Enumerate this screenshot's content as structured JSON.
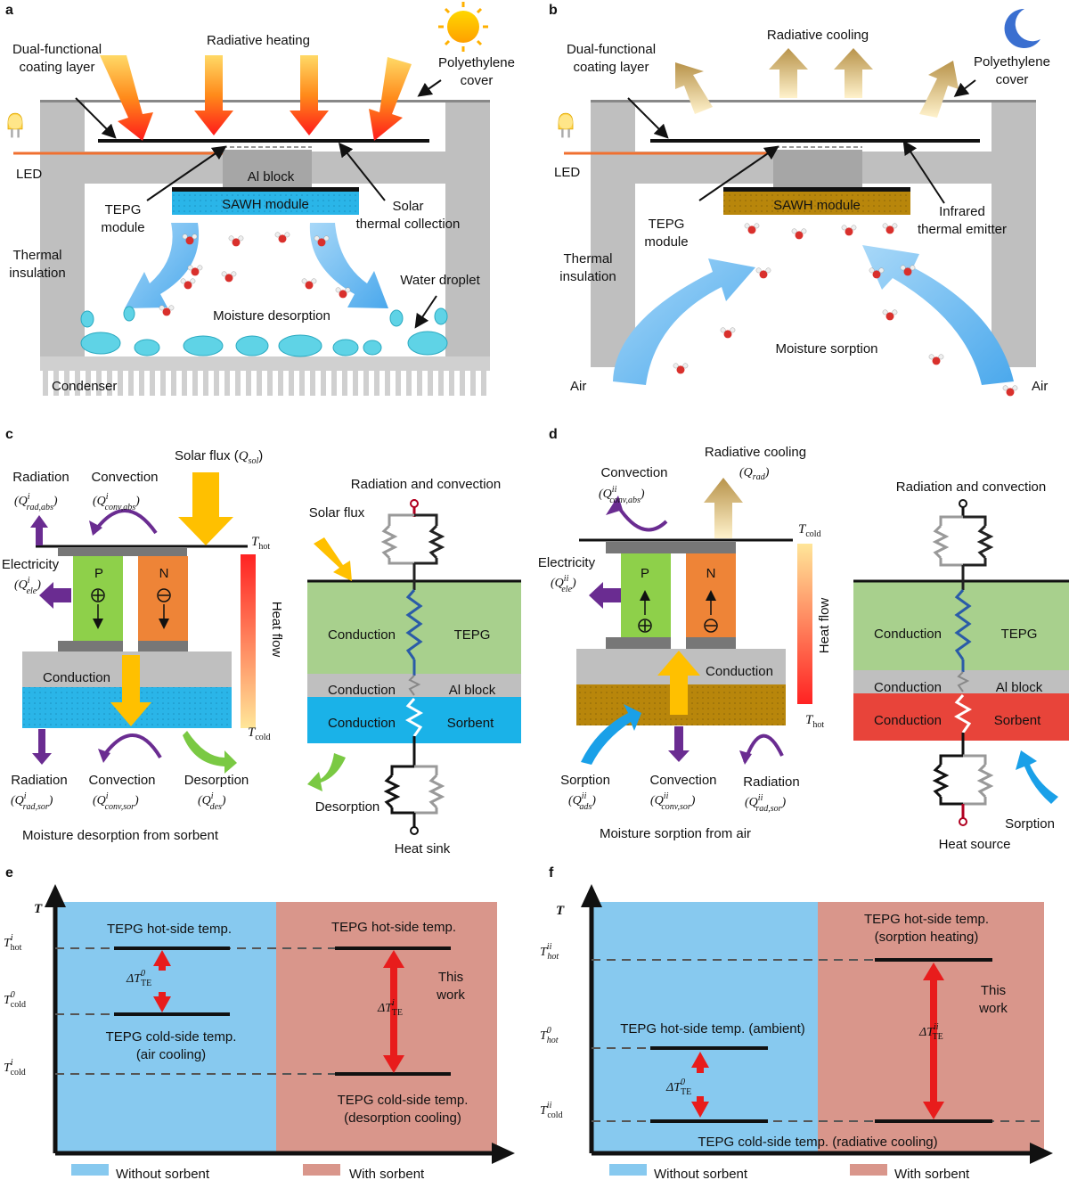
{
  "panel_a": {
    "letter": "a",
    "radiative_heating": "Radiative heating",
    "dual_coating": [
      "Dual-functional",
      "coating layer"
    ],
    "polyethylene": [
      "Polyethylene",
      "cover"
    ],
    "led": "LED",
    "al_block": "Al block",
    "sawh": "SAWH module",
    "tepg": [
      "TEPG",
      "module"
    ],
    "solar_thermal": [
      "Solar",
      "thermal collection"
    ],
    "thermal_insulation": [
      "Thermal",
      "insulation"
    ],
    "water_droplet": "Water droplet",
    "moisture_desorption": "Moisture desorption",
    "condenser": "Condenser"
  },
  "panel_b": {
    "letter": "b",
    "radiative_cooling": "Radiative cooling",
    "dual_coating": [
      "Dual-functional",
      "coating layer"
    ],
    "polyethylene": [
      "Polyethylene",
      "cover"
    ],
    "led": "LED",
    "sawh": "SAWH module",
    "tepg": [
      "TEPG",
      "module"
    ],
    "infrared": [
      "Infrared",
      "thermal emitter"
    ],
    "thermal_insulation": [
      "Thermal",
      "insulation"
    ],
    "moisture_sorption": "Moisture sorption",
    "air_left": "Air",
    "air_right": "Air"
  },
  "panel_c": {
    "letter": "c",
    "radiation": "Radiation",
    "convection": "Convection",
    "solar_flux": "Solar flux (",
    "q_sol_sub": "sol",
    "electricity": "Electricity",
    "p": "P",
    "n": "N",
    "t_hot": "hot",
    "t_cold": "cold",
    "heat_flow": "Heat flow",
    "conduction": "Conduction",
    "radiation_bottom": "Radiation",
    "convection_bottom": "Convection",
    "desorption": "Desorption",
    "sub_rad_abs": "rad,abs",
    "sub_conv_abs": "conv,abs",
    "sub_ele": "ele",
    "sub_rad_sor": "rad,sor",
    "sub_conv_sor": "conv,sor",
    "sub_des": "des",
    "sup": "i",
    "caption": "Moisture desorption from sorbent",
    "circuit_title": "Radiation and convection",
    "circuit_solar": "Solar flux",
    "circuit_conduction1": "Conduction",
    "circuit_tepg": "TEPG",
    "circuit_conduction2": "Conduction",
    "circuit_al": "Al block",
    "circuit_conduction3": "Conduction",
    "circuit_sorbent": "Sorbent",
    "circuit_desorption": "Desorption",
    "heat_sink": "Heat sink"
  },
  "panel_d": {
    "letter": "d",
    "convection": "Convection",
    "radiative_cooling": "Radiative cooling",
    "q_rad_sub": "rad",
    "electricity": "Electricity",
    "p": "P",
    "n": "N",
    "t_cold": "cold",
    "t_hot": "hot",
    "heat_flow": "Heat flow",
    "conduction": "Conduction",
    "sorption": "Sorption",
    "convection_bottom": "Convection",
    "radiation_bottom": "Radiation",
    "sub_conv_abs": "conv,abs",
    "sub_ele": "ele",
    "sub_ads": "ads",
    "sub_conv_sor": "conv,sor",
    "sub_rad_sor": "rad,sor",
    "sup": "ii",
    "caption": "Moisture sorption from air",
    "circuit_title": "Radiation and convection",
    "circuit_conduction1": "Conduction",
    "circuit_tepg": "TEPG",
    "circuit_conduction2": "Conduction",
    "circuit_al": "Al block",
    "circuit_conduction3": "Conduction",
    "circuit_sorbent": "Sorbent",
    "circuit_sorption": "Sorption",
    "heat_source": "Heat source"
  },
  "panel_e": {
    "letter": "e",
    "axis_t": "T",
    "hot_left": "TEPG hot-side temp.",
    "cold_left": "TEPG cold-side temp.",
    "cold_left_note": "(air cooling)",
    "hot_right": "TEPG hot-side temp.",
    "this_work": [
      "This",
      "work"
    ],
    "cold_right": "TEPG cold-side temp.",
    "cold_right_note": "(desorption cooling)",
    "delta_left_sup": "0",
    "delta_right_sup": "i",
    "te": "TE",
    "tick_hot": "hot",
    "tick_cold0": "cold",
    "tick_cold": "cold",
    "tick_sup_i": "i",
    "tick_sup_0": "0",
    "legend_without": "Without sorbent",
    "legend_with": "With sorbent"
  },
  "panel_f": {
    "letter": "f",
    "axis_t": "T",
    "hot_right": "TEPG hot-side temp.",
    "hot_right_note": "(sorption heating)",
    "this_work": [
      "This",
      "work"
    ],
    "hot_ambient": "TEPG hot-side temp. (ambient)",
    "cold_radiative": "TEPG cold-side temp. (radiative cooling)",
    "delta_left_sup": "0",
    "delta_right_sup": "ii",
    "te": "TE",
    "tick_hot": "hot",
    "tick_cold": "cold",
    "tick_sup_ii": "ii",
    "tick_sup_0": "0",
    "legend_without": "Without sorbent",
    "legend_with": "With sorbent"
  },
  "colors": {
    "blue_bg": "#87c9ef",
    "pink_bg": "#d9968b",
    "frame": "#bfbfbf",
    "p_leg": "#8ed04a",
    "n_leg": "#ee8437",
    "sawh_blue": "#2ab5e8",
    "sawh_gold": "#b8860b",
    "tepg_green": "#a8d08d",
    "sorbent_red": "#e8443a",
    "purple": "#6a2c91",
    "yellow": "#ffc000"
  }
}
